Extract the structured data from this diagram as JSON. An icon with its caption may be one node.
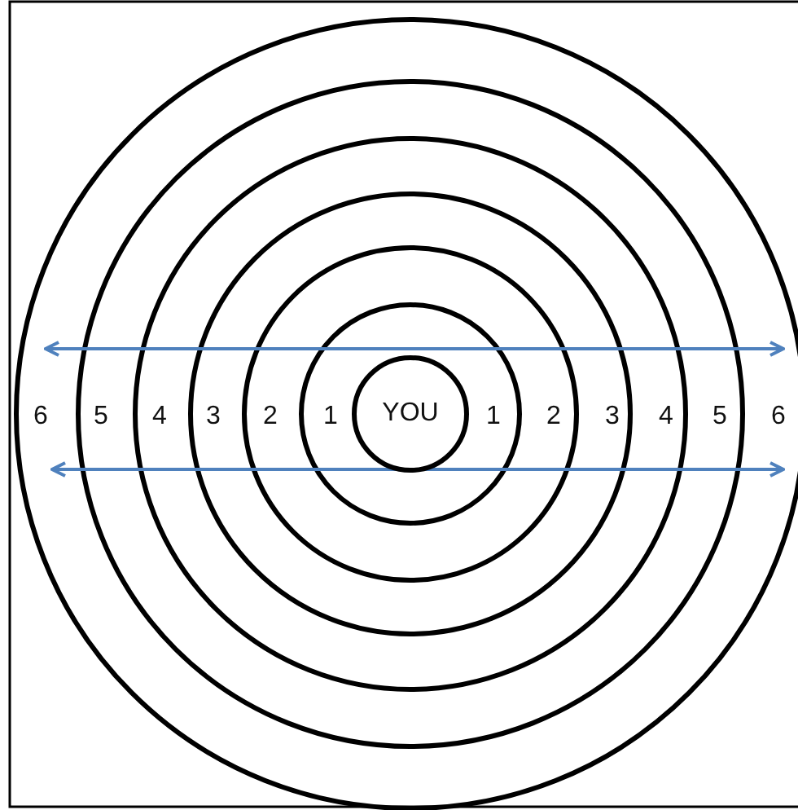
{
  "diagram": {
    "nodes": [
      {
        "text": [
          "YOU"
        ]
      }
    ],
    "labels": [
      "6",
      "5",
      "4",
      "3",
      "2",
      "1",
      "1",
      "2",
      "3",
      "4",
      "5",
      "6"
    ]
  }
}
